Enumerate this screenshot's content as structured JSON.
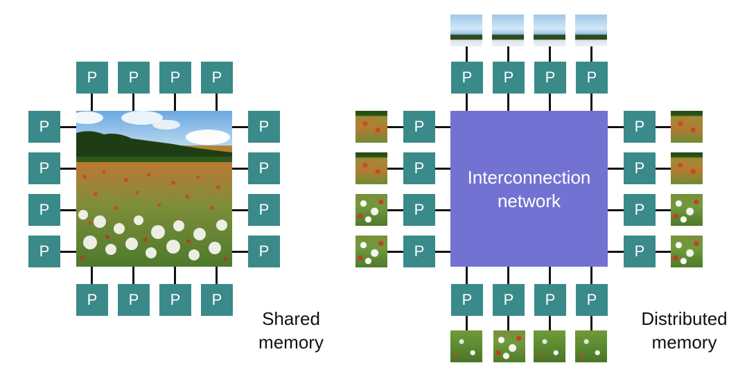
{
  "shared": {
    "processor_label": "P",
    "caption_line1": "Shared",
    "caption_line2": "memory"
  },
  "distributed": {
    "processor_label": "P",
    "network_line1": "Interconnection",
    "network_line2": "network",
    "caption_line1": "Distributed",
    "caption_line2": "memory"
  },
  "colors": {
    "processor": "#3a8a8a",
    "network": "#7272d2",
    "connector": "#111111"
  }
}
